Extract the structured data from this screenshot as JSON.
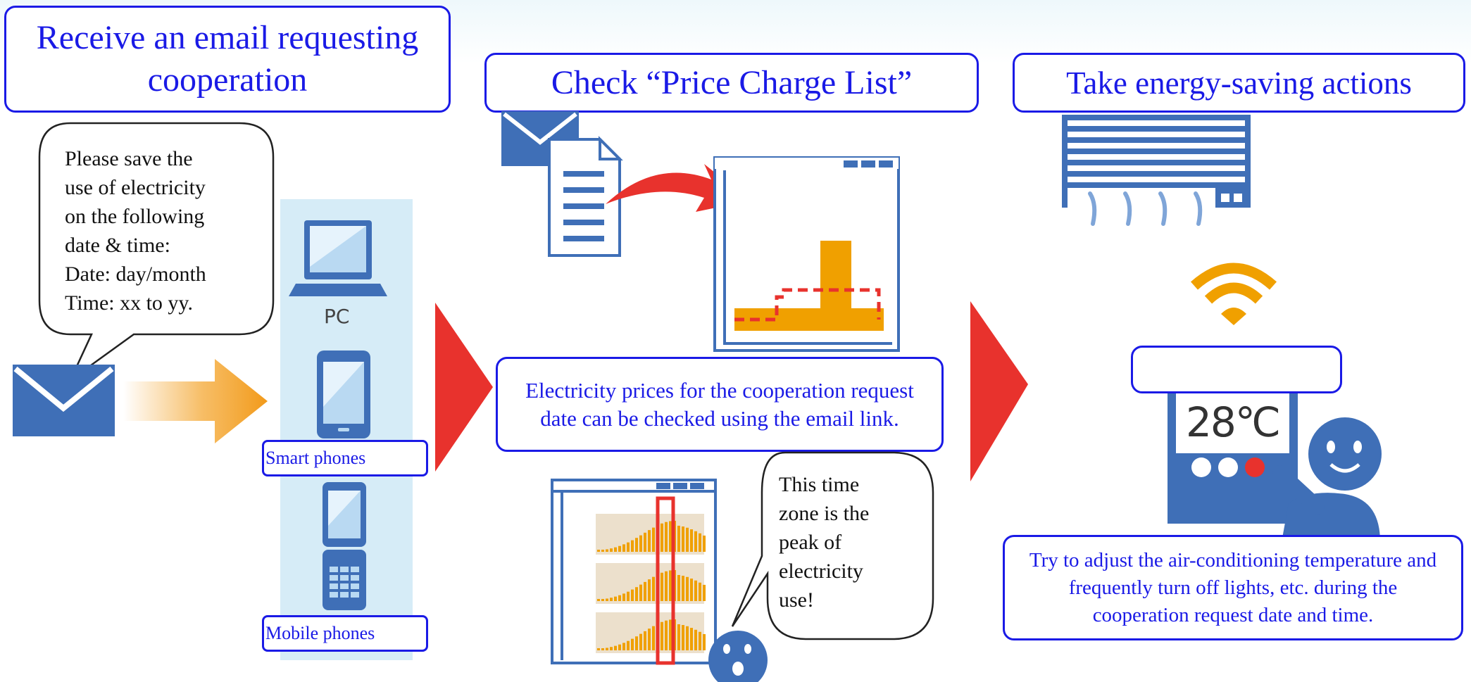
{
  "steps": {
    "receive_title": "Receive an email requesting cooperation",
    "check_title": "Check “Price Charge List”",
    "actions_title": "Take energy-saving actions"
  },
  "bubble_request": {
    "lines": [
      "Please save the",
      "use of electricity",
      "on the following",
      "date & time:",
      "Date: day/month",
      "Time: xx to yy."
    ]
  },
  "devices": {
    "pc_label": "PC",
    "smartphone_label": "Smart phones",
    "mobile_label": "Mobile phones"
  },
  "check_caption": "Electricity prices for the cooperation request date can be checked using the email link.",
  "bubble_peak": {
    "lines": [
      "This time",
      "zone is the",
      "peak of",
      "electricity",
      "use!"
    ]
  },
  "thermostat": {
    "display_value": "28℃"
  },
  "actions_caption": "Try to adjust the air-conditioning temperature and frequently turn off lights, etc. during the cooperation request date and time.",
  "colors": {
    "accent_blue": "#1a1ae6",
    "icon_blue": "#3f6fb7",
    "arrow_red": "#e8322d",
    "bar_orange": "#f0a000",
    "panel_light_blue": "#d6ecf7"
  }
}
